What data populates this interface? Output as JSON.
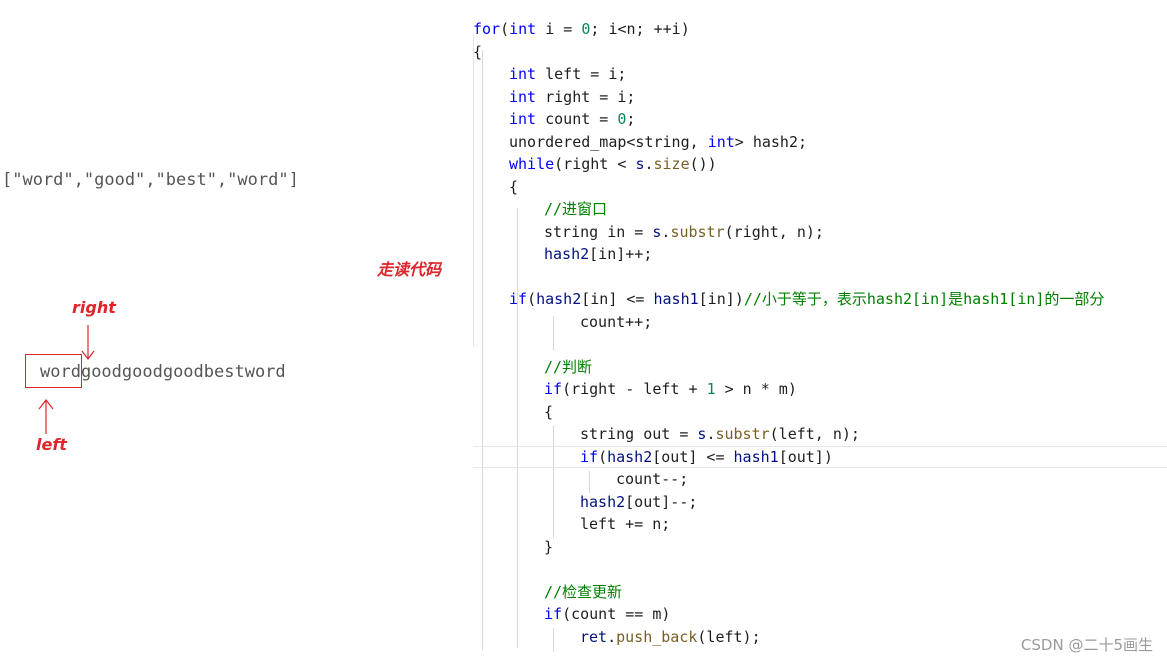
{
  "left_panel": {
    "words_array": "[\"word\",\"good\",\"best\",\"word\"]",
    "walkthrough_label": "走读代码",
    "right_label": "right",
    "left_label": "left",
    "s_window": "word",
    "s_rest": "goodgoodgoodbestword"
  },
  "code": {
    "l1_kw_for": "for",
    "l1_p1": "(",
    "l1_kw_int": "int",
    "l1_p2": " i = ",
    "l1_num": "0",
    "l1_p3": "; i<n; ++i)",
    "l2": "{",
    "l3_kw": "int",
    "l3_rest": " left = i;",
    "l4_kw": "int",
    "l4_rest": " right = i;",
    "l5_kw": "int",
    "l5_mid": " count = ",
    "l5_num": "0",
    "l5_end": ";",
    "l6_a": "unordered_map<string, ",
    "l6_kw": "int",
    "l6_b": "> hash2;",
    "l7_kw": "while",
    "l7_a": "(right < ",
    "l7_var": "s",
    "l7_dot": ".",
    "l7_fn": "size",
    "l7_end": "())",
    "l8": "{",
    "l9_cm": "//进窗口",
    "l10_a": "string in = ",
    "l10_var": "s",
    "l10_dot": ".",
    "l10_fn": "substr",
    "l10_end": "(right, n);",
    "l11_var": "hash2",
    "l11_end": "[in]++;",
    "l13_kw": "if",
    "l13_p": "(",
    "l13_var1": "hash2",
    "l13_mid": "[in] <= ",
    "l13_var2": "hash1",
    "l13_end": "[in])",
    "l13_cm": "//小于等于，表示hash2[in]是hash1[in]的一部分",
    "l14": "count++;",
    "l16_cm": "//判断",
    "l17_kw": "if",
    "l17_a": "(right - left + ",
    "l17_num": "1",
    "l17_b": " > n * m)",
    "l18": "{",
    "l19_a": "string out = ",
    "l19_var": "s",
    "l19_dot": ".",
    "l19_fn": "substr",
    "l19_end": "(left, n);",
    "l20_kw": "if",
    "l20_p": "(",
    "l20_var1": "hash2",
    "l20_mid": "[out] <= ",
    "l20_var2": "hash1",
    "l20_end": "[out])",
    "l21": "count--;",
    "l22_var": "hash2",
    "l22_end": "[out]--;",
    "l23": "left += n;",
    "l24": "}",
    "l26_cm": "//检查更新",
    "l27_kw": "if",
    "l27_rest": "(count == m)",
    "l28_var": "ret",
    "l28_dot": ".",
    "l28_fn": "push_back",
    "l28_end": "(left);"
  },
  "watermark": "CSDN @二十5画生",
  "colors": {
    "keyword": "#0000ff",
    "number": "#098658",
    "function": "#795e26",
    "comment": "#008000",
    "variable": "#001080",
    "annotation": "#e0242b"
  }
}
